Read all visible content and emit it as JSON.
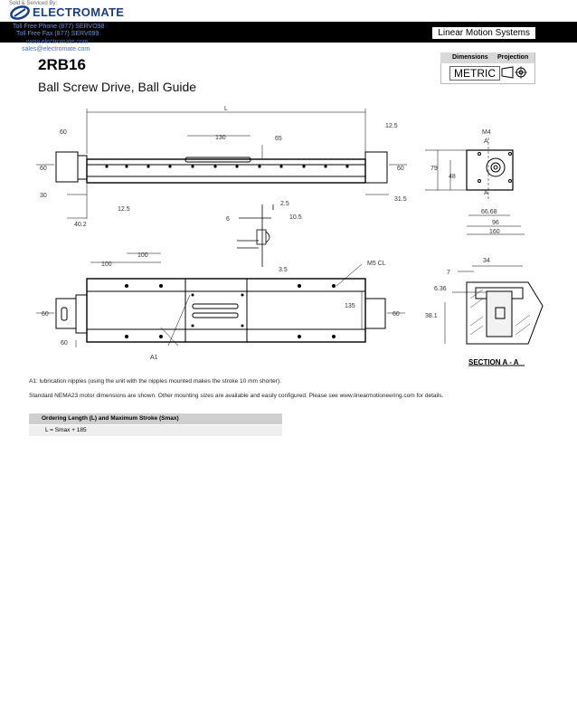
{
  "header": {
    "sold_by": "Sold & Serviced By:",
    "brand": "ELECTROMATE",
    "phone": "Toll Free Phone (877) SERVO98",
    "fax": "Toll Free Fax (877) SERV099",
    "website": "www.electromate.com",
    "email": "sales@electromate.com",
    "section": "Linear Motion Systems"
  },
  "product": {
    "model": "2RB16",
    "description": "Ball Screw Drive, Ball Guide"
  },
  "dimensions_box": {
    "dimensions_label": "Dimensions",
    "projection_label": "Projection",
    "unit": "METRIC"
  },
  "drawing": {
    "top_view": {
      "L": "L",
      "d60_top": "60",
      "d130": "130",
      "d65": "65",
      "d125_top": "12.5",
      "d60_left": "60",
      "d60_right": "60",
      "d30": "30",
      "d125_bottom": "12.5",
      "d402": "40.2",
      "d315": "31.5"
    },
    "nipple_detail": {
      "d25": "2.5",
      "d6": "6",
      "d105": "10.5",
      "d35": "3.5"
    },
    "end_view": {
      "M4": "M4",
      "A_top": "A",
      "A_bottom": "A",
      "d79": "79",
      "d48": "48",
      "d6668": "66.68",
      "d96": "96",
      "d160": "160"
    },
    "bottom_view": {
      "d100a": "100",
      "d100b": "100",
      "M5": "M5 CL",
      "d135": "135",
      "d60_left": "60",
      "d60_right": "60",
      "d60_bottom": "60",
      "A1": "A1"
    },
    "section": {
      "d34": "34",
      "d7": "7",
      "d636": "6.36",
      "d381": "38.1",
      "label": "SECTION A - A"
    }
  },
  "notes": {
    "a1": "A1: lubrication nipples (using the unit with the nipples mounted makes the stroke 10 mm shorter).",
    "standard": "Standard NEMA23 motor dimensions are shown. Other mounting sizes are available and easily configured. Please see www.linearmotioneering.com for details."
  },
  "ordering_table": {
    "header": "Ordering Length (L) and Maximum Stroke (Smax)",
    "row": "L = Smax + 185"
  }
}
